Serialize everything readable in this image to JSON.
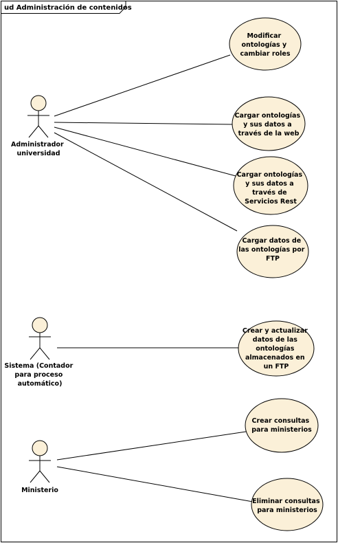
{
  "frame": {
    "title": "ud Administración de contenidos"
  },
  "actors": [
    {
      "id": "admin",
      "lines": [
        "Administrador",
        "universidad"
      ]
    },
    {
      "id": "sistema",
      "lines": [
        "Sistema (Contador",
        "para proceso",
        "automático)"
      ]
    },
    {
      "id": "ministerio",
      "lines": [
        "Ministerio"
      ]
    }
  ],
  "use_cases": [
    {
      "id": "uc1",
      "lines": [
        "Modificar",
        "ontologías y",
        "cambiar roles"
      ]
    },
    {
      "id": "uc2",
      "lines": [
        "Cargar ontologías",
        "y sus datos a",
        "través de la web"
      ]
    },
    {
      "id": "uc3",
      "lines": [
        "Cargar ontologías",
        "y sus datos a",
        "través de",
        "Servicios Rest"
      ]
    },
    {
      "id": "uc4",
      "lines": [
        "Cargar datos de",
        "las ontologías por",
        "FTP"
      ]
    },
    {
      "id": "uc5",
      "lines": [
        "Crear y actualizar",
        "datos de las",
        "ontologías",
        "almacenados en",
        "un FTP"
      ]
    },
    {
      "id": "uc6",
      "lines": [
        "Crear consultas",
        "para ministerios"
      ]
    },
    {
      "id": "uc7",
      "lines": [
        "Eliminar consultas",
        "para ministerios"
      ]
    }
  ],
  "associations": [
    {
      "actor": "admin",
      "use_case": "uc1"
    },
    {
      "actor": "admin",
      "use_case": "uc2"
    },
    {
      "actor": "admin",
      "use_case": "uc3"
    },
    {
      "actor": "admin",
      "use_case": "uc4"
    },
    {
      "actor": "sistema",
      "use_case": "uc5"
    },
    {
      "actor": "ministerio",
      "use_case": "uc6"
    },
    {
      "actor": "ministerio",
      "use_case": "uc7"
    }
  ]
}
